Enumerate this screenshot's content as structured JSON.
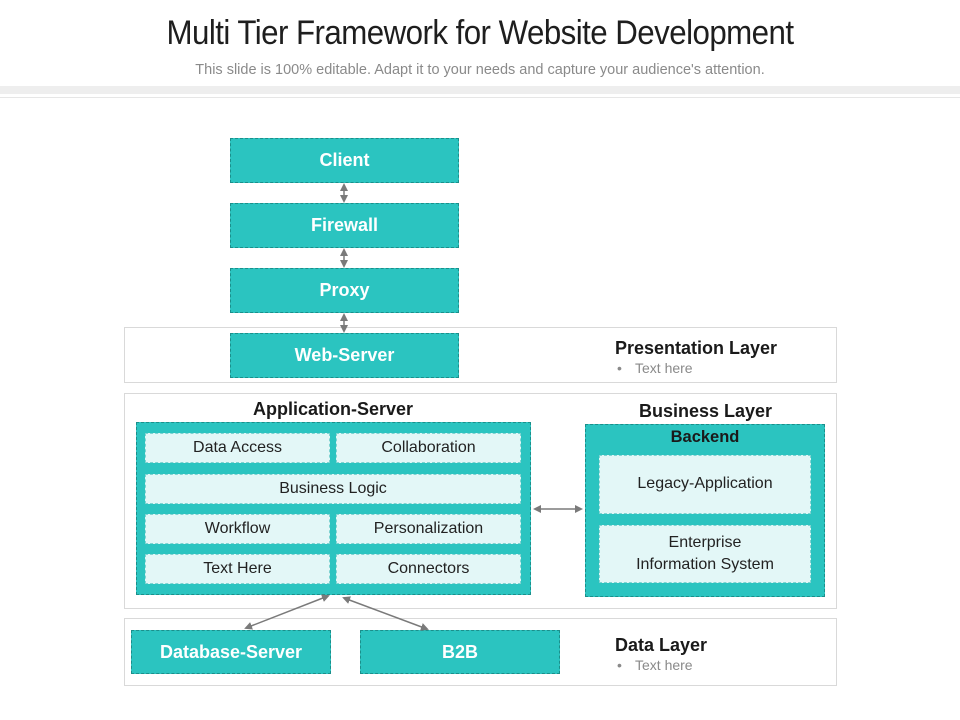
{
  "header": {
    "title": "Multi Tier Framework for Website Development",
    "subtitle": "This slide is 100% editable. Adapt it to your needs and capture your audience's attention."
  },
  "stack": {
    "client": "Client",
    "firewall": "Firewall",
    "proxy": "Proxy",
    "web_server": "Web-Server"
  },
  "presentation_layer": {
    "title": "Presentation Layer",
    "bullet": "Text here"
  },
  "application_server": {
    "title": "Application-Server",
    "cells": {
      "data_access": "Data Access",
      "collaboration": "Collaboration",
      "business_logic": "Business Logic",
      "workflow": "Workflow",
      "personalization": "Personalization",
      "text_here": "Text Here",
      "connectors": "Connectors"
    }
  },
  "business_layer": {
    "title": "Business Layer",
    "backend_title": "Backend",
    "legacy": "Legacy-Application",
    "eis_line1": "Enterprise",
    "eis_line2": "Information System"
  },
  "data_layer": {
    "title": "Data Layer",
    "bullet": "Text here",
    "database_server": "Database-Server",
    "b2b": "B2B"
  },
  "colors": {
    "teal": "#2bc4c0",
    "teal_border": "#1b8f8b",
    "cell_fill": "#e3f7f7",
    "arrow": "#7a7a7a"
  }
}
